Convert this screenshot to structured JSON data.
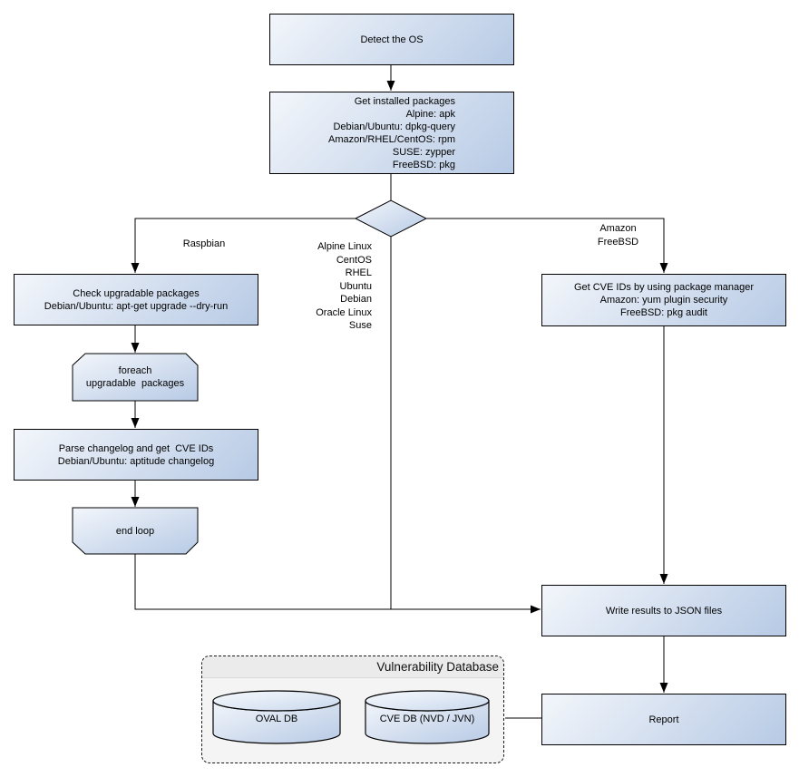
{
  "flowchart": {
    "nodes": {
      "detect_os": {
        "label": "Detect the OS"
      },
      "get_installed_packages": {
        "lines": [
          "Get installed packages",
          "Alpine: apk",
          "Debian/Ubuntu: dpkg-query",
          "Amazon/RHEL/CentOS: rpm",
          "SUSE: zypper",
          "FreeBSD: pkg"
        ]
      },
      "check_upgradable_packages": {
        "lines": [
          "Check upgradable packages",
          "Debian/Ubuntu: apt-get upgrade --dry-run"
        ]
      },
      "foreach_upgradable_packages": {
        "lines": [
          "foreach",
          "upgradable  packages"
        ]
      },
      "parse_changelog": {
        "lines": [
          "Parse changelog and get  CVE IDs",
          "Debian/Ubuntu: aptitude changelog"
        ]
      },
      "end_loop": {
        "label": "end loop"
      },
      "get_cve_ids_pkg_manager": {
        "lines": [
          "Get CVE IDs by using package manager",
          "Amazon: yum plugin security",
          "FreeBSD: pkg audit"
        ]
      },
      "write_results": {
        "label": "Write results to JSON files"
      },
      "report": {
        "label": "Report"
      }
    },
    "edge_labels": {
      "raspbian": "Raspbian",
      "amazon_freebsd": {
        "lines": [
          "Amazon",
          "FreeBSD"
        ]
      },
      "os_list": {
        "lines": [
          "Alpine Linux",
          "CentOS",
          "RHEL",
          "Ubuntu",
          "Debian",
          "Oracle Linux",
          "Suse"
        ]
      }
    },
    "database_group": {
      "title": "Vulnerability Database",
      "databases": [
        {
          "label": "OVAL DB"
        },
        {
          "label": "CVE DB (NVD / JVN)"
        }
      ]
    },
    "colors": {
      "node_gradient_start": "#f3f6fb",
      "node_gradient_end": "#b7cae5",
      "outline": "#000000",
      "connector": "#000000",
      "container_bg": "#f4f4f5",
      "container_header_bg": "#ebebec"
    }
  }
}
